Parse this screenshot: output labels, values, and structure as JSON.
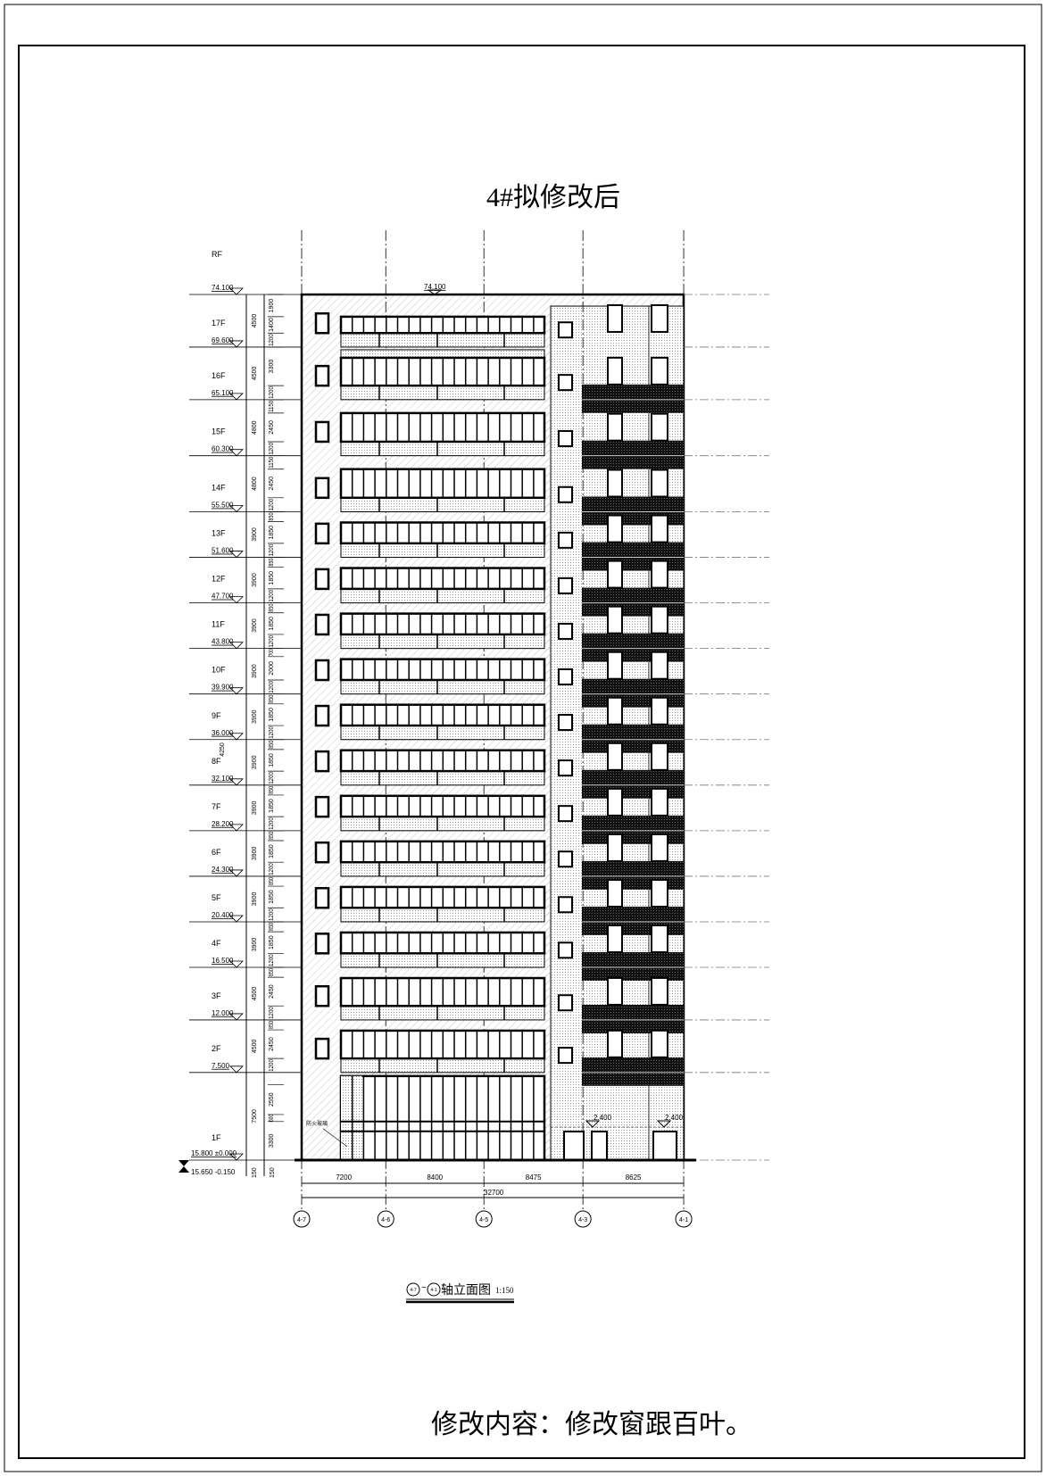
{
  "title": "4#拟修改后",
  "top_elevation_label": "74.100",
  "levels": [
    {
      "name": "RF",
      "elev": "74.100",
      "h": null,
      "subs": []
    },
    {
      "name": "17F",
      "elev": "69.600",
      "h": "4500",
      "subs": [
        "1200",
        "1400",
        "1900"
      ]
    },
    {
      "name": "16F",
      "elev": "65.100",
      "h": "4500",
      "subs": [
        "1200",
        "3300"
      ]
    },
    {
      "name": "15F",
      "elev": "60.300",
      "h": "4800",
      "subs": [
        "1200",
        "2450",
        "1150"
      ]
    },
    {
      "name": "14F",
      "elev": "55.500",
      "h": "4800",
      "subs": [
        "1200",
        "2450",
        "1150"
      ]
    },
    {
      "name": "13F",
      "elev": "51.600",
      "h": "3900",
      "subs": [
        "1200",
        "1850",
        "850"
      ]
    },
    {
      "name": "12F",
      "elev": "47.700",
      "h": "3900",
      "subs": [
        "1200",
        "1850",
        "850"
      ]
    },
    {
      "name": "11F",
      "elev": "43.800",
      "h": "3900",
      "subs": [
        "1200",
        "1850",
        "850"
      ]
    },
    {
      "name": "10F",
      "elev": "39.900",
      "h": "3900",
      "subs": [
        "1200",
        "2000",
        "700"
      ]
    },
    {
      "name": "9F",
      "elev": "36.000",
      "h": "3900",
      "subs": [
        "1200",
        "1850",
        "850"
      ]
    },
    {
      "name": "8F",
      "elev": "32.100",
      "h": "3900",
      "subs": [
        "1200",
        "1850",
        "850"
      ]
    },
    {
      "name": "7F",
      "elev": "28.200",
      "h": "3900",
      "subs": [
        "1200",
        "1850",
        "850"
      ]
    },
    {
      "name": "6F",
      "elev": "24.300",
      "h": "3900",
      "subs": [
        "1200",
        "1850",
        "850"
      ]
    },
    {
      "name": "5F",
      "elev": "20.400",
      "h": "3900",
      "subs": [
        "1200",
        "1850",
        "850"
      ]
    },
    {
      "name": "4F",
      "elev": "16.500",
      "h": "3900",
      "subs": [
        "1200",
        "1850",
        "850"
      ]
    },
    {
      "name": "3F",
      "elev": "12.000",
      "h": "4500",
      "subs": [
        "1200",
        "2450",
        "850"
      ]
    },
    {
      "name": "2F",
      "elev": "7.500",
      "h": "4500",
      "subs": [
        "1200",
        "2450",
        "850"
      ]
    },
    {
      "name": "1F",
      "elev": "15.800 ±0.000",
      "h": "7500",
      "subs": [
        "3300",
        "600",
        "2550"
      ]
    }
  ],
  "extra_dim_9f": "4250",
  "base_level": "15.650 -0.150",
  "base_dims": [
    "150",
    "150"
  ],
  "fire_glass_label": "防火玻璃",
  "door_levels": [
    "2.400",
    "2.400"
  ],
  "axes": [
    "4-7",
    "4-6",
    "4-5",
    "4-3",
    "4-1"
  ],
  "axis_spacings": [
    "7200",
    "8400",
    "8475",
    "8625"
  ],
  "axis_spacing_mm": [
    7200,
    8400,
    8475,
    8625
  ],
  "total_width": "32700",
  "caption": {
    "from": "4-7",
    "sep": "~",
    "to": "4-1",
    "text": "轴立面图",
    "scale": "1:150"
  },
  "note": "修改内容：修改窗跟百叶。"
}
